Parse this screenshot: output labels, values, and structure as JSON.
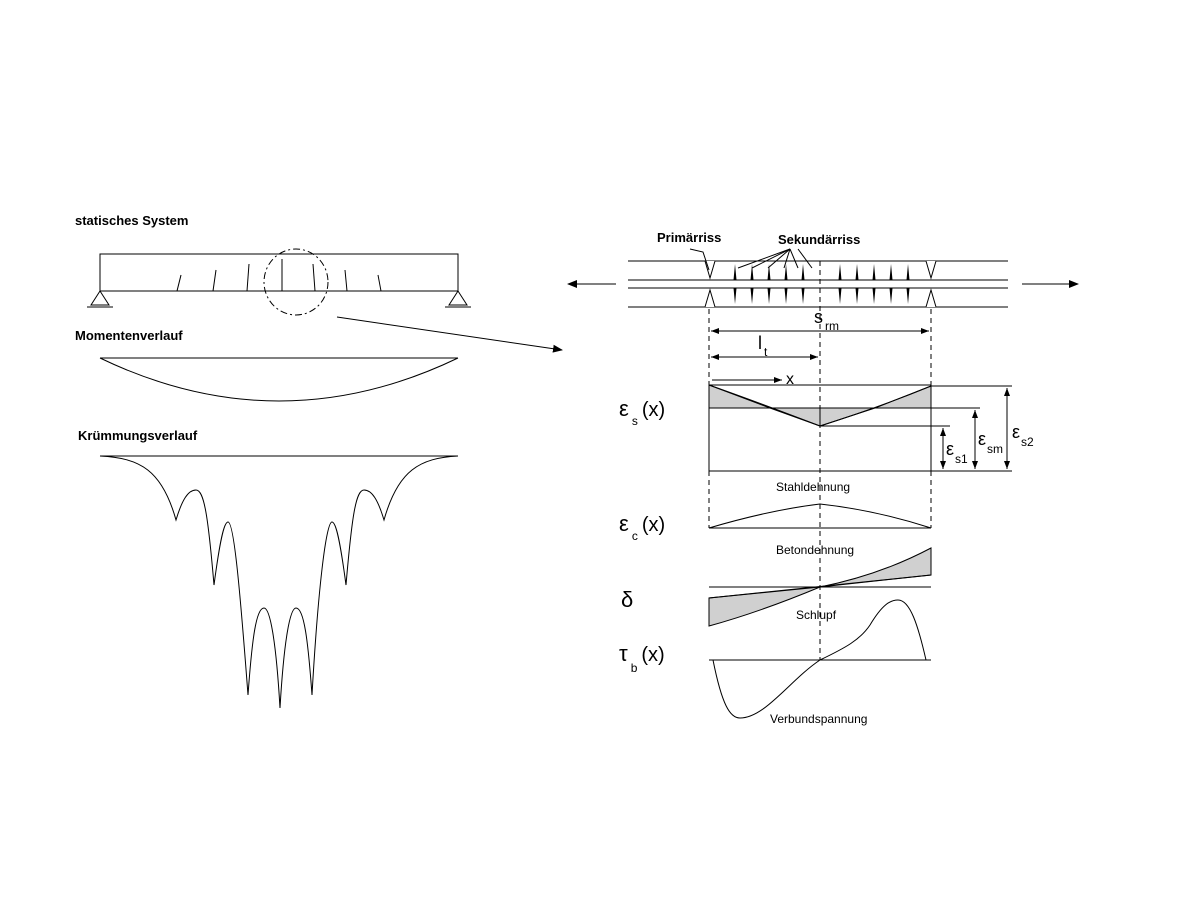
{
  "left": {
    "title_system": "statisches System",
    "title_moment": "Momentenverlauf",
    "title_curvature": "Krümmungsverlauf"
  },
  "right": {
    "primary_crack": "Primärriss",
    "secondary_crack": "Sekundärriss",
    "srm_main": "s",
    "srm_sub": "rm",
    "lt_main": "l",
    "lt_sub": "t",
    "x_axis": "x",
    "eps_s_sym": "ε",
    "eps_s_sub": "s",
    "eps_s_arg": "(x)",
    "eps_c_sym": "ε",
    "eps_c_sub": "c",
    "eps_c_arg": "(x)",
    "delta_sym": "δ",
    "tau_sym": "τ",
    "tau_sub": "b",
    "tau_arg": "(x)",
    "eps_s1_main": "ε",
    "eps_s1_sub": "s1",
    "eps_sm_main": "ε",
    "eps_sm_sub": "sm",
    "eps_s2_main": "ε",
    "eps_s2_sub": "s2",
    "label_steel": "Stahldehnung",
    "label_concrete": "Betondehnung",
    "label_slip": "Schlupf",
    "label_bond": "Verbundspannung"
  }
}
